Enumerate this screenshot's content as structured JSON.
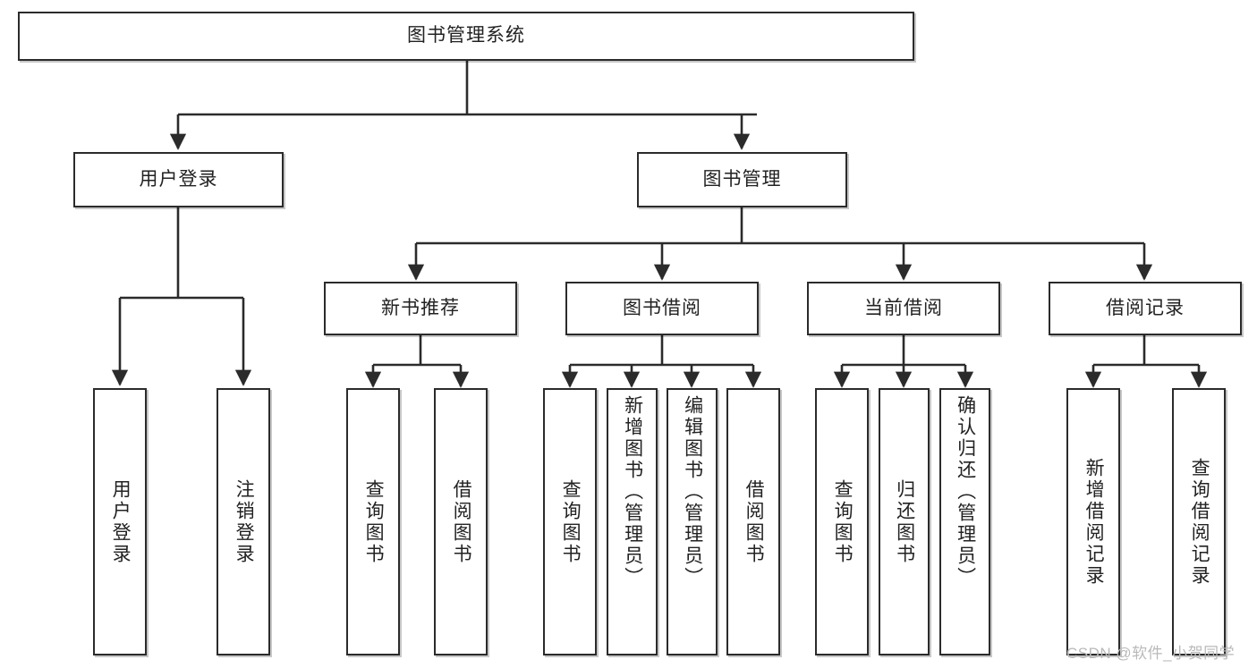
{
  "diagram": {
    "title_node": {
      "label": "图书管理系统"
    },
    "level1": [
      {
        "id": "user-login",
        "label": "用户登录"
      },
      {
        "id": "book-manage",
        "label": "图书管理"
      }
    ],
    "level2": [
      {
        "id": "new-book-rec",
        "label": "新书推荐"
      },
      {
        "id": "book-borrow",
        "label": "图书借阅"
      },
      {
        "id": "current-borrow",
        "label": "当前借阅"
      },
      {
        "id": "borrow-record",
        "label": "借阅记录"
      }
    ],
    "leaves": [
      {
        "id": "leaf-user-login",
        "label": "用户登录",
        "parent": "user-login"
      },
      {
        "id": "leaf-logout-login",
        "label": "注销登录",
        "parent": "user-login"
      },
      {
        "id": "leaf-query-book-1",
        "label": "查询图书",
        "parent": "new-book-rec"
      },
      {
        "id": "leaf-borrow-book-1",
        "label": "借阅图书",
        "parent": "new-book-rec"
      },
      {
        "id": "leaf-query-book-2",
        "label": "查询图书",
        "parent": "book-borrow"
      },
      {
        "id": "leaf-add-book",
        "label": "新增图书（管理员）",
        "parent": "book-borrow"
      },
      {
        "id": "leaf-edit-book",
        "label": "编辑图书（管理员）",
        "parent": "book-borrow"
      },
      {
        "id": "leaf-borrow-book-2",
        "label": "借阅图书",
        "parent": "book-borrow"
      },
      {
        "id": "leaf-query-book-3",
        "label": "查询图书",
        "parent": "current-borrow"
      },
      {
        "id": "leaf-return-book",
        "label": "归还图书",
        "parent": "current-borrow"
      },
      {
        "id": "leaf-confirm-return",
        "label": "确认归还（管理员）",
        "parent": "current-borrow"
      },
      {
        "id": "leaf-add-record",
        "label": "新增借阅记录",
        "parent": "borrow-record"
      },
      {
        "id": "leaf-query-record",
        "label": "查询借阅记录",
        "parent": "borrow-record"
      }
    ],
    "colors": {
      "stroke": "#2b2b2b",
      "box_fill": "#ffffff",
      "text": "#222222",
      "watermark": "#b9b9b9",
      "background": "#ffffff"
    }
  },
  "watermark": {
    "text": "CSDN @软件_小贺同学"
  }
}
